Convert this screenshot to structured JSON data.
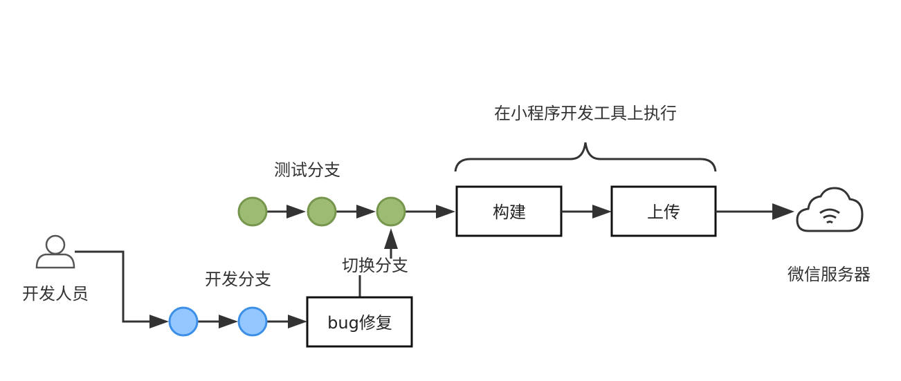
{
  "labels": {
    "tool_group": "在小程序开发工具上执行",
    "test_branch": "测试分支",
    "dev_branch": "开发分支",
    "switch_branch": "切换分支",
    "developer": "开发人员",
    "wechat_server": "微信服务器"
  },
  "boxes": {
    "build": "构建",
    "upload": "上传",
    "bugfix": "bug修复"
  },
  "colors": {
    "test_node_fill": "#9dbb72",
    "test_node_stroke": "#76964d",
    "dev_node_fill": "#94c7ff",
    "dev_node_stroke": "#3b8fe6",
    "edge": "#333333"
  },
  "icons": {
    "developer": "user-icon",
    "server": "cloud-wifi-icon"
  }
}
